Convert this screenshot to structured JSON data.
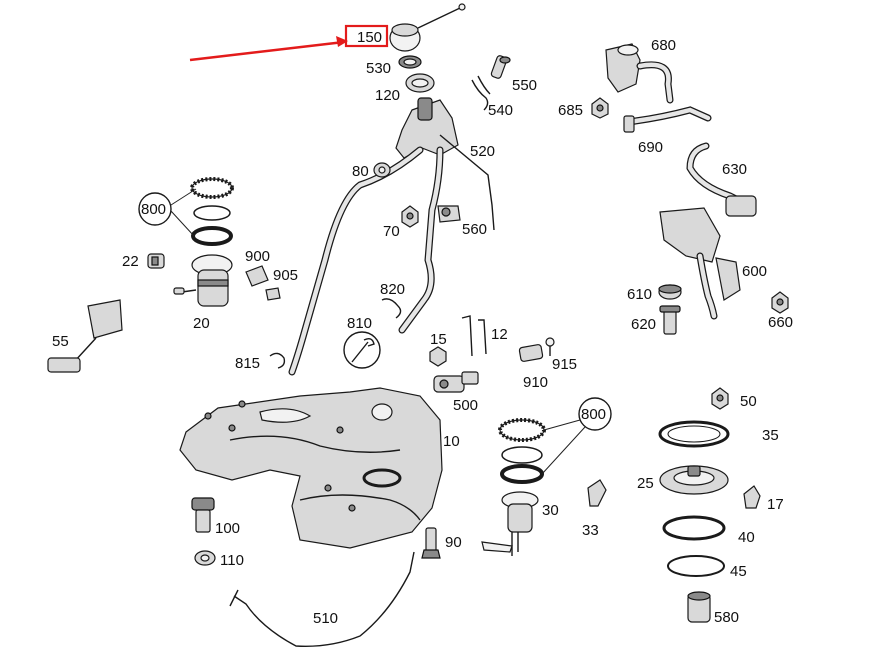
{
  "highlight": {
    "color": "#e31b1b",
    "label": "150"
  },
  "labels": {
    "p150": "150",
    "p530": "530",
    "p120": "120",
    "p550": "550",
    "p540": "540",
    "p680": "680",
    "p685": "685",
    "p690": "690",
    "p630": "630",
    "p520": "520",
    "p80": "80",
    "p70": "70",
    "p560": "560",
    "p800a": "800",
    "p22": "22",
    "p900": "900",
    "p905": "905",
    "p20": "20",
    "p55": "55",
    "p820": "820",
    "p810": "810",
    "p815": "815",
    "p15": "15",
    "p12": "12",
    "p915": "915",
    "p910": "910",
    "p500": "500",
    "p600": "600",
    "p610": "610",
    "p620": "620",
    "p660": "660",
    "p10": "10",
    "p800b": "800",
    "p50": "50",
    "p35": "35",
    "p25": "25",
    "p17": "17",
    "p30": "30",
    "p33": "33",
    "p40": "40",
    "p45": "45",
    "p100": "100",
    "p110": "110",
    "p90": "90",
    "p510": "510",
    "p580": "580"
  }
}
